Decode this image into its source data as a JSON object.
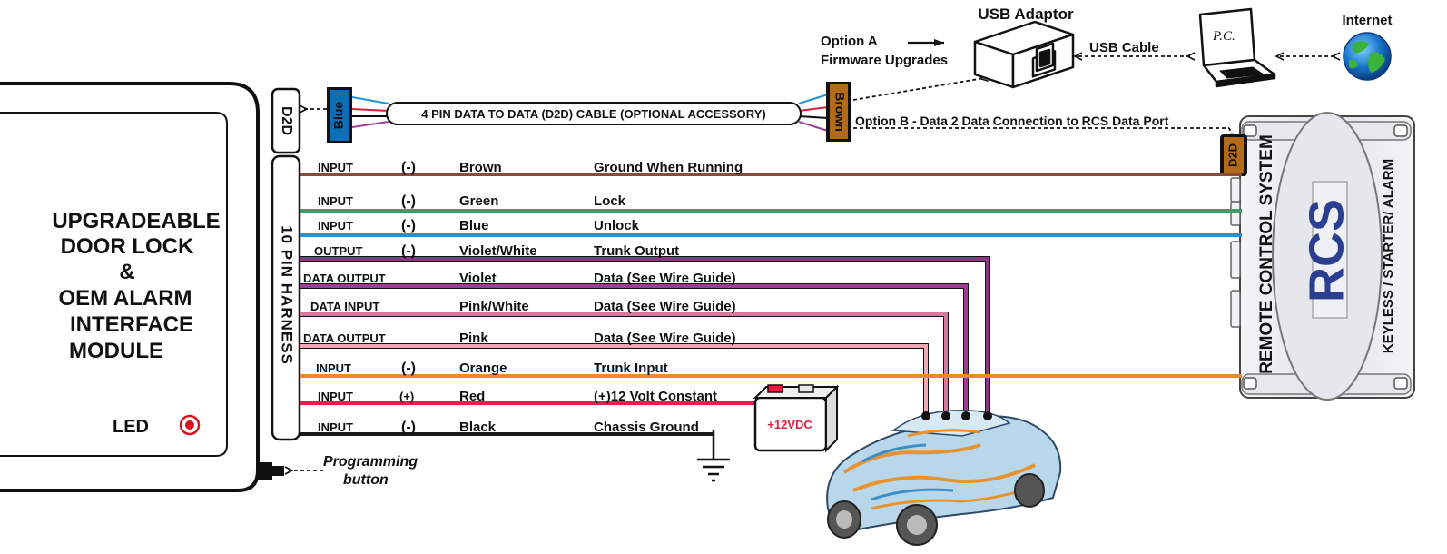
{
  "module": {
    "title_lines": [
      "UPGRADEABLE",
      "DOOR LOCK",
      "&",
      "OEM ALARM",
      "INTERFACE",
      "MODULE"
    ],
    "led_label": "LED",
    "d2d_port_label": "D2D",
    "harness_label": "10 PIN HARNESS",
    "programming_button_lines": [
      "Programming",
      "button"
    ]
  },
  "d2d_cable": {
    "label": "4 PIN DATA TO DATA (D2D) CABLE (OPTIONAL ACCESSORY)",
    "left_connector": "Blue",
    "right_connector": "Brown",
    "connector_colors": {
      "Blue": "#0a6fb6",
      "Brown": "#b36b1a"
    }
  },
  "options": {
    "option_a_lines": [
      "Option A",
      "Firmware Upgrades"
    ],
    "option_b": "Option B - Data 2 Data Connection to RCS Data Port",
    "usb_adaptor": "USB Adaptor",
    "usb_cable": "USB Cable",
    "pc_label": "P.C.",
    "internet": "Internet"
  },
  "wires": [
    {
      "direction": "INPUT",
      "polarity": "(-)",
      "color_name": "Brown",
      "function": "Ground When Running",
      "color": "#8b4a3a",
      "destination": "rcs"
    },
    {
      "direction": "INPUT",
      "polarity": "(-)",
      "color_name": "Green",
      "function": "Lock",
      "color": "#3f9a68",
      "destination": "rcs"
    },
    {
      "direction": "INPUT",
      "polarity": "(-)",
      "color_name": "Blue",
      "function": "Unlock",
      "color": "#1f93d6",
      "destination": "rcs"
    },
    {
      "direction": "OUTPUT",
      "polarity": "(-)",
      "color_name": "Violet/White",
      "function": "Trunk Output",
      "color": "#8a3a80",
      "destination": "vehicle"
    },
    {
      "direction": "DATA OUTPUT",
      "polarity": "",
      "color_name": "Violet",
      "function": "Data (See Wire Guide)",
      "color": "#a03c96",
      "destination": "vehicle"
    },
    {
      "direction": "DATA INPUT",
      "polarity": "",
      "color_name": "Pink/White",
      "function": "Data (See Wire Guide)",
      "color": "#d77aa0",
      "destination": "vehicle"
    },
    {
      "direction": "DATA OUTPUT",
      "polarity": "",
      "color_name": "Pink",
      "function": "Data (See Wire Guide)",
      "color": "#f2a8b4",
      "destination": "vehicle"
    },
    {
      "direction": "INPUT",
      "polarity": "(-)",
      "color_name": "Orange",
      "function": "Trunk Input",
      "color": "#ee8a2e",
      "destination": "rcs"
    },
    {
      "direction": "INPUT",
      "polarity": "(+)",
      "color_name": "Red",
      "function": "(+)12 Volt Constant",
      "color": "#e0204e",
      "destination": "battery"
    },
    {
      "direction": "INPUT",
      "polarity": "(-)",
      "color_name": "Black",
      "function": "Chassis Ground",
      "color": "#1a1a1a",
      "destination": "ground"
    }
  ],
  "battery_label": "+12VDC",
  "rcs": {
    "d2d_label": "D2D",
    "brand_lines": [
      "REMOTE CONTROL SYSTEM"
    ],
    "logo": "RCS",
    "subtitle": "KEYLESS / STARTER/ ALARM"
  },
  "colors": {
    "outline": "#111111",
    "rcs_blue": "#2b3e8f",
    "battery_red": "#e0203a",
    "ground": "#111111"
  }
}
